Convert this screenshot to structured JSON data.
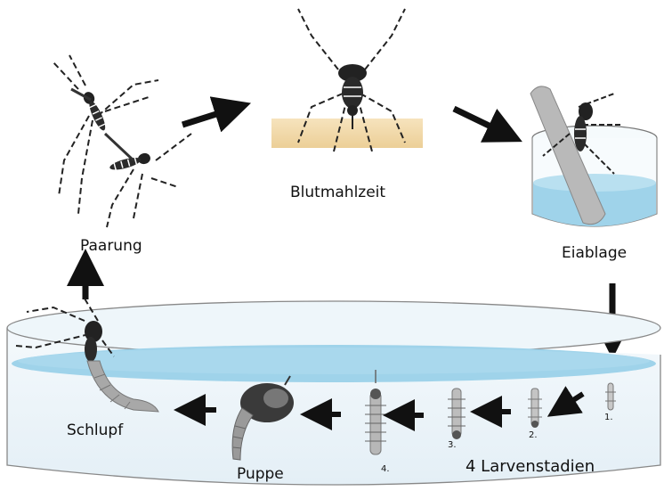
{
  "labels": {
    "paarung": "Paarung",
    "blutmahlzeit": "Blutmahlzeit",
    "eiablage": "Eiablage",
    "schlupf": "Schlupf",
    "puppe": "Puppe",
    "larvenstadien": "4 Larvenstadien"
  },
  "stage_numbers": [
    "1.",
    "2.",
    "3.",
    "4."
  ],
  "colors": {
    "water": "#9fd3ea",
    "water_dark": "#7ec3e0",
    "skin": "#f3ddb0",
    "arrow": "#111111",
    "outline": "#444444"
  },
  "icons": [
    "mosquito-icon",
    "larva-icon",
    "pupa-icon",
    "arrow-icon"
  ]
}
